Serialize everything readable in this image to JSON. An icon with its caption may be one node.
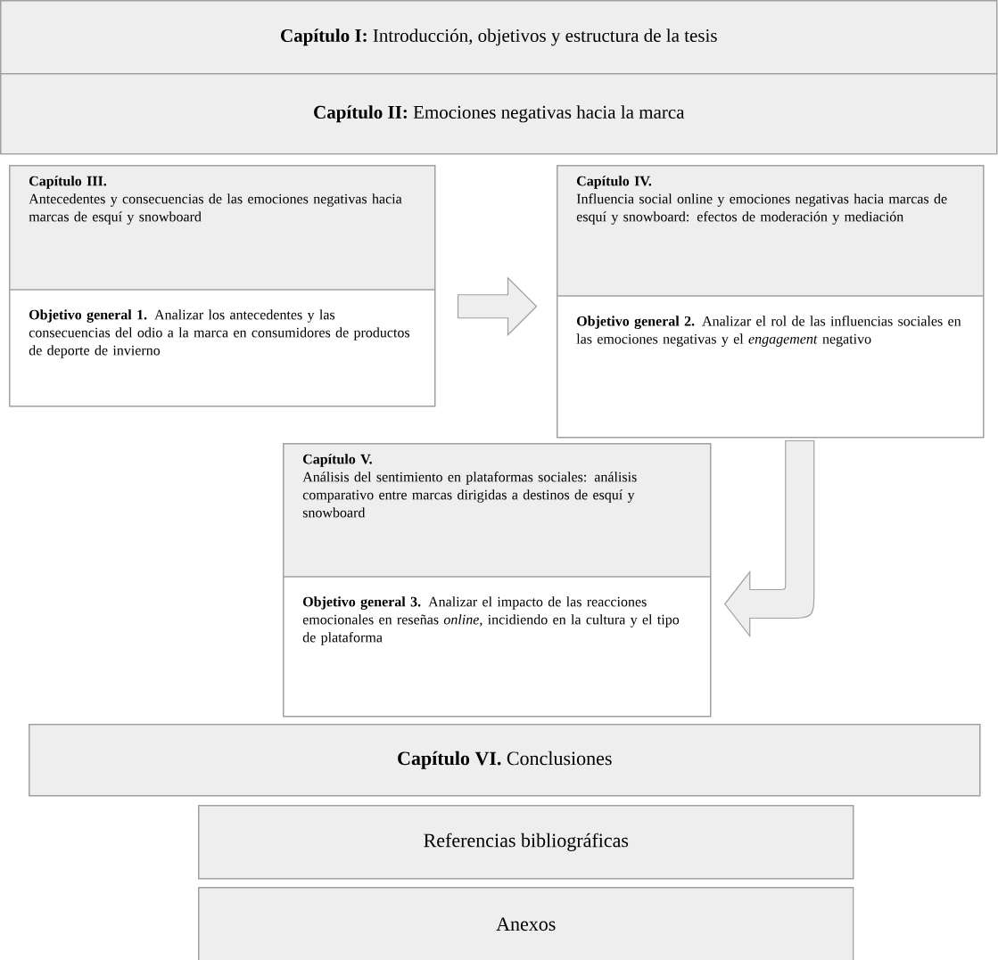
{
  "diagram": {
    "nodes": [
      {
        "text": [
          "**Capítulo I:** Introducción, objetivos y estructura de la tesis"
        ]
      },
      {
        "text": [
          "**Capítulo II:** Emociones negativas hacia la marca"
        ]
      },
      {
        "text": [
          "Capítulo III.",
          "Antecedentes y consecuencias de las emociones negativas hacia marcas de esquí y snowboard",
          "**Objetivo general 1.** Analizar los antecedentes y las consecuencias del odio a la marca en consumidores de productos de deporte de invierno"
        ]
      },
      {
        "text": [
          "Capítulo IV.",
          "Influencia social online y emociones negativas hacia marcas de esquí y snowboard: efectos de moderación y mediación",
          "**Objetivo general 2.** Analizar el rol de las influencias sociales en las emociones negativas y el *engagement* negativo"
        ]
      },
      {
        "text": [
          "Capítulo V.",
          "Análisis del sentimiento en plataformas sociales: análisis comparativo entre marcas dirigidas a destinos de esquí y snowboard",
          "**Objetivo general 3.** Analizar el impacto de las reacciones emocionales en reseñas *online*, incidiendo en la cultura y el tipo de plataforma"
        ]
      },
      {
        "text": [
          "**Capítulo VI.** Conclusiones"
        ]
      },
      {
        "text": [
          "Referencias bibliográficas"
        ]
      },
      {
        "text": [
          "Anexos"
        ]
      }
    ],
    "edges": [
      {
        "from": 2,
        "to": 3,
        "arrow": "to"
      },
      {
        "from": 3,
        "to": 4,
        "arrow": "to"
      }
    ]
  }
}
